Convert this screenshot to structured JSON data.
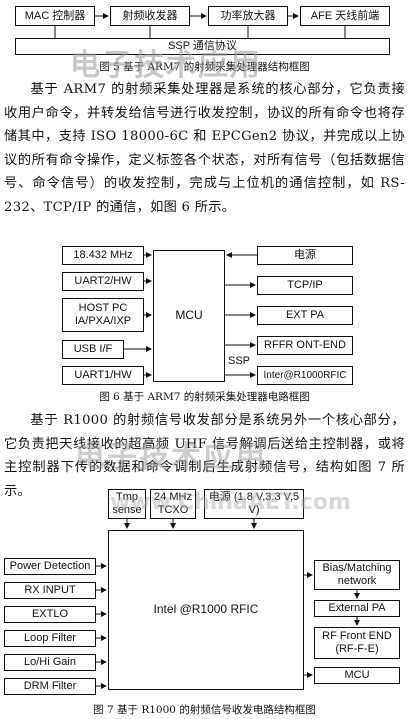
{
  "fig5": {
    "blocks": [
      "MAC 控制器",
      "射频收发器",
      "功率放大器",
      "AFE 天线前端"
    ],
    "bus": "SSP 通信协议",
    "caption": "图 5  基于 ARM7 的射频采集处理器结构框图"
  },
  "para1": "基于 ARM7 的射频采集处理器是系统的核心部分，它负责接收用户命令，并转发给信号进行收发控制，协议的所有命令也将存储其中，支持 ISO 18000-6C 和 EPCGen2 协议，并完成以上协议的所有命令操作，定义标签各个状态，对所有信号（包括数据信号、命令信号）的收发控制，完成与上位机的通信控制，如 RS-232、TCP/IP 的通信，如图 6 所示。",
  "fig6": {
    "left": [
      "18.432 MHz",
      "UART2/HW",
      "HOST PC IA/PXA/IXP",
      "USB I/F",
      "UART1/HW"
    ],
    "center": "MCU",
    "right": [
      "电源",
      "TCP/IP",
      "EXT PA",
      "RFFR ONT-END",
      "Inter@R1000RFIC"
    ],
    "ssp": "SSP",
    "caption": "图 6  基于 ARM7 的射频采集处理器电路框图"
  },
  "para2": "基于 R1000 的射频信号收发部分是系统另外一个核心部分，它负责把天线接收的超高频 UHF 信号解调后送给主控制器，或将主控制器下传的数据和命令调制后生成射频信号，结构如图 7 所示。",
  "fig7": {
    "top": [
      "Tmp sense",
      "24 MHz TCXO",
      "电源 (1.8 V,3.3 V,5 V)"
    ],
    "left": [
      "Power Detection",
      "RX INPUT",
      "EXTLO",
      "Loop Filter",
      "Lo/Hi Gain",
      "DRM Filter"
    ],
    "center": "Intel @R1000 RFIC",
    "right": [
      "Bias/Matching network",
      "External PA",
      "RF Front END (RF-F-E)",
      "MCU"
    ],
    "caption": "图 7  基于 R1000 的射频信号收发电路结构框图"
  },
  "watermark": {
    "brand": "电子技术应用",
    "url": "www.ChinaAET.com"
  }
}
